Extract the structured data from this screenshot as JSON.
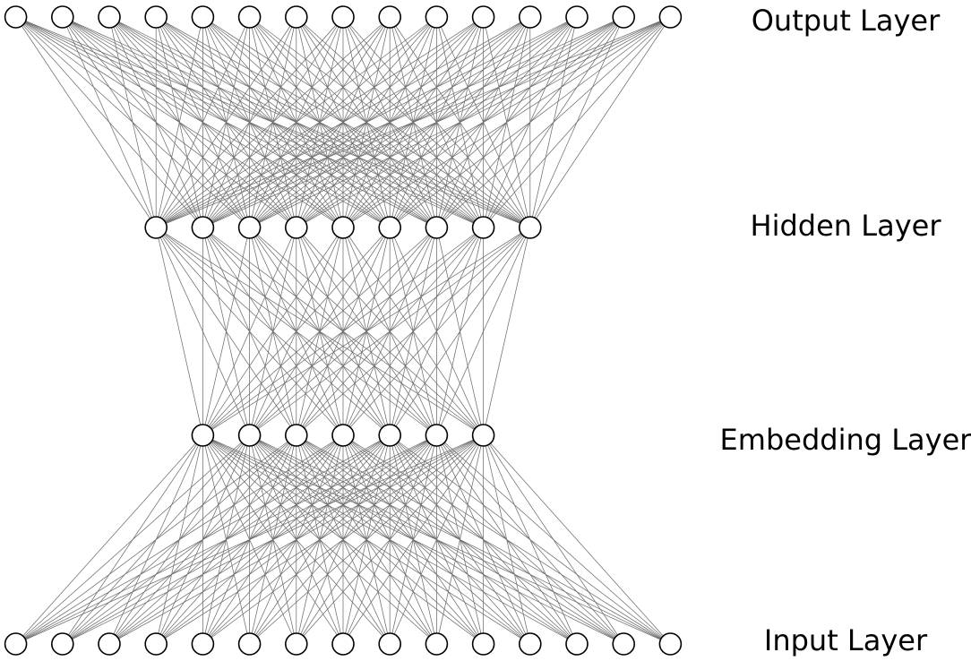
{
  "layers": [
    {
      "id": "output",
      "label": "Output Layer",
      "nodes": 15
    },
    {
      "id": "hidden",
      "label": "Hidden Layer",
      "nodes": 9
    },
    {
      "id": "embedding",
      "label": "Embedding Layer",
      "nodes": 7
    },
    {
      "id": "input",
      "label": "Input Layer",
      "nodes": 15
    }
  ],
  "colors": {
    "edge": "#6f6f6f",
    "node_stroke": "#000000",
    "node_fill": "#ffffff",
    "text": "#000000",
    "background": "#ffffff"
  }
}
